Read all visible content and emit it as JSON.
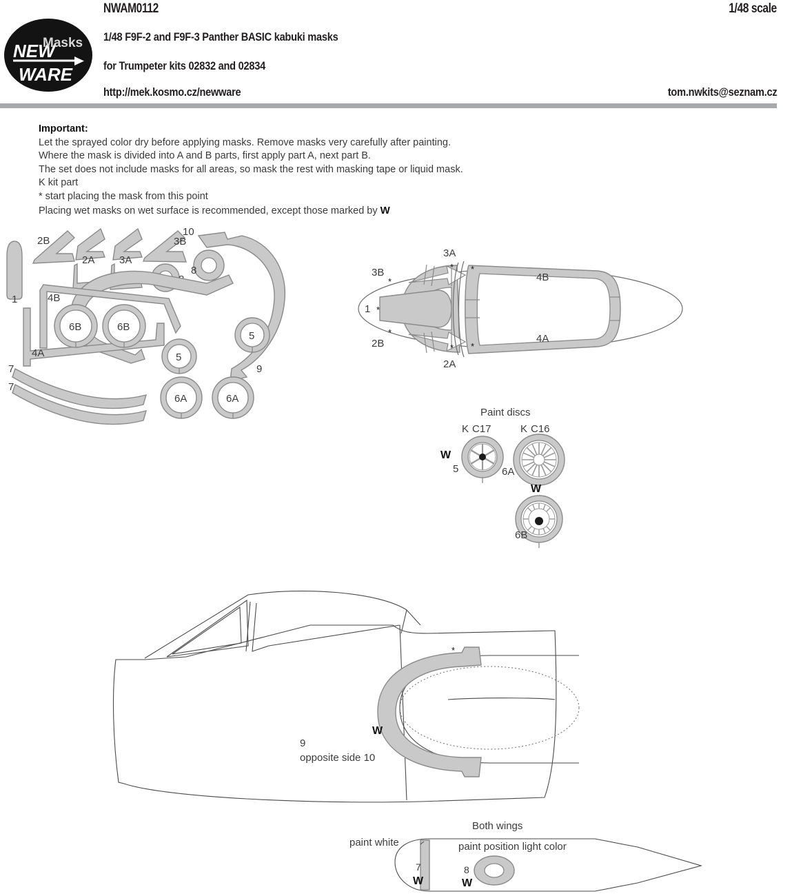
{
  "header": {
    "code": "NWAM0112",
    "scale": "1/48 scale",
    "title_line1": "1/48 F9F-2 and F9F-3 Panther BASIC kabuki masks",
    "title_line2": "for Trumpeter kits 02832 and 02834",
    "url": "http://mek.kosmo.cz/newware",
    "email": "tom.nwkits@seznam.cz",
    "logo": {
      "word1": "NEW",
      "word2": "WARE",
      "word3": "Masks",
      "icon": "arrow-right-icon",
      "bg_color": "#111111",
      "fg_color": "#ffffff"
    },
    "rule_color": "#a7a9ac"
  },
  "instructions": {
    "heading": "Important:",
    "lines": [
      "Let the sprayed color dry before applying masks. Remove masks very carefully after painting.",
      "Where the mask is divided into A and B parts, first apply part A, next part B.",
      "The set does not include masks for all areas, so mask the rest with masking tape or liquid mask.",
      "K kit part",
      "*  start placing the mask from this point"
    ],
    "last_line_prefix": "Placing wet masks on wet surface is recommended, except those marked by ",
    "wet_symbol": "W"
  },
  "mask_sheet": {
    "title": "mask-parts-layout",
    "labels": [
      "1",
      "2B",
      "2A",
      "3A",
      "3B",
      "10",
      "8",
      "8",
      "4B",
      "6B",
      "6B",
      "5",
      "4A",
      "5",
      "9",
      "7",
      "7",
      "6A",
      "6A"
    ],
    "parts": [
      {
        "id": "1",
        "shape": "rounded-blade"
      },
      {
        "id": "2B",
        "shape": "arrow-wedge"
      },
      {
        "id": "2A",
        "shape": "chevron-wedge"
      },
      {
        "id": "3A",
        "shape": "chevron-wedge"
      },
      {
        "id": "3B",
        "shape": "arrow-wedge"
      },
      {
        "id": "8",
        "shape": "ring-small"
      },
      {
        "id": "8",
        "shape": "ring-small"
      },
      {
        "id": "10",
        "shape": "curved-band"
      },
      {
        "id": "9",
        "shape": "curved-band"
      },
      {
        "id": "4B",
        "shape": "frame-band"
      },
      {
        "id": "4A",
        "shape": "frame-band"
      },
      {
        "id": "6B",
        "shape": "ring-large"
      },
      {
        "id": "6B",
        "shape": "ring-large"
      },
      {
        "id": "5",
        "shape": "ring-medium"
      },
      {
        "id": "5",
        "shape": "ring-medium"
      },
      {
        "id": "6A",
        "shape": "ring-large"
      },
      {
        "id": "6A",
        "shape": "ring-large"
      },
      {
        "id": "7",
        "shape": "arc-strip"
      },
      {
        "id": "7",
        "shape": "arc-strip"
      }
    ],
    "mask_fill": "#c9c9c9",
    "mask_stroke": "#8a8a8a"
  },
  "canopy_top": {
    "title": "canopy-top-view",
    "labels": {
      "windscreen_center": "1",
      "left_upper": "3B",
      "left_lower": "2B",
      "mid_upper": "3A",
      "mid_lower": "2A",
      "canopy_upper": "4B",
      "canopy_lower": "4A"
    },
    "star_marker": "*"
  },
  "paint_discs": {
    "title": "Paint discs",
    "items": [
      {
        "kit_prefix": "K",
        "kit_part": "C17",
        "mask_id": "5",
        "wet_mark": "W",
        "spokes": 6
      },
      {
        "kit_prefix": "K",
        "kit_part": "C16",
        "mask_id": "6A",
        "wet_mark": "W",
        "spokes": 16
      },
      {
        "kit_prefix": "",
        "kit_part": "",
        "mask_id": "6B",
        "wet_mark": "",
        "spokes": 18
      }
    ]
  },
  "fuselage_view": {
    "title": "fuselage-side-view",
    "intake_label_line1": "9",
    "intake_label_line2": "opposite side 10",
    "wet_mark": "W",
    "star_marker": "*"
  },
  "wing_view": {
    "title": "Both wings",
    "paint_white_label": "paint white",
    "position_light_label": "paint position light color",
    "mask_white_id": "7",
    "mask_light_id": "8",
    "wet_mark_1": "W",
    "wet_mark_2": "W"
  }
}
